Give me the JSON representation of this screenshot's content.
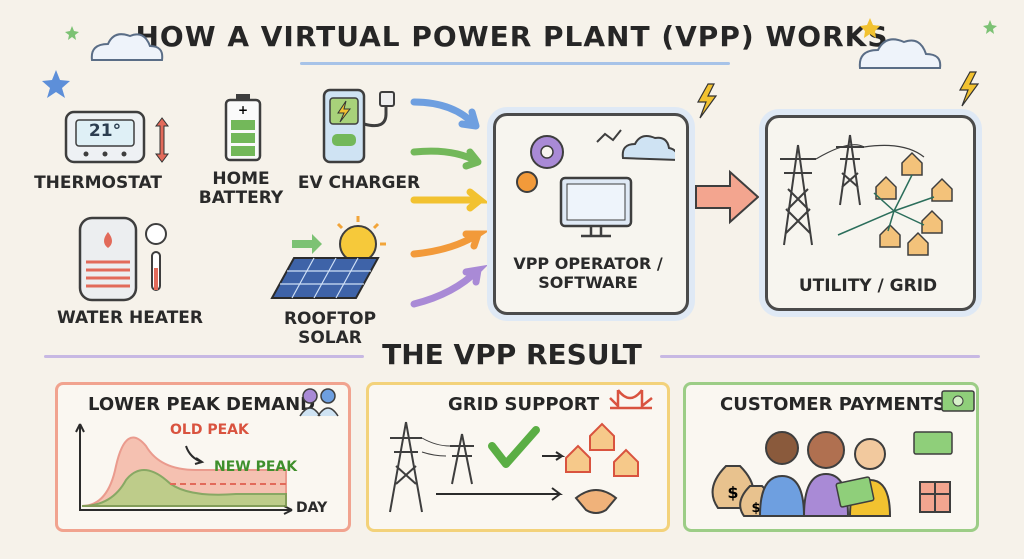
{
  "title": "HOW A VIRTUAL POWER PLANT (VPP) WORKS",
  "devices": {
    "thermostat": "THERMOSTAT",
    "thermostat_reading": "21°",
    "battery": "HOME\nBATTERY",
    "ev_charger": "EV CHARGER",
    "water_heater": "WATER HEATER",
    "solar": "ROOFTOP SOLAR"
  },
  "operator": "VPP OPERATOR /\nSOFTWARE",
  "grid": "UTILITY / GRID",
  "result_title": "THE VPP RESULT",
  "panels": {
    "peak": {
      "title": "LOWER PEAK DEMAND",
      "old_label": "OLD PEAK",
      "new_label": "NEW PEAK",
      "axis_label": "DAY"
    },
    "support": {
      "title": "GRID SUPPORT"
    },
    "payments": {
      "title": "CUSTOMER PAYMENTS"
    }
  },
  "colors": {
    "red": "#e26a5a",
    "green": "#73b85a",
    "yellow": "#f2c230",
    "orange": "#f29a3a",
    "purple": "#a98ad6",
    "blue": "#6e9fe0",
    "panel_red": "#f1a38f",
    "panel_yellow": "#f3d27a",
    "panel_green": "#9ccd86"
  }
}
